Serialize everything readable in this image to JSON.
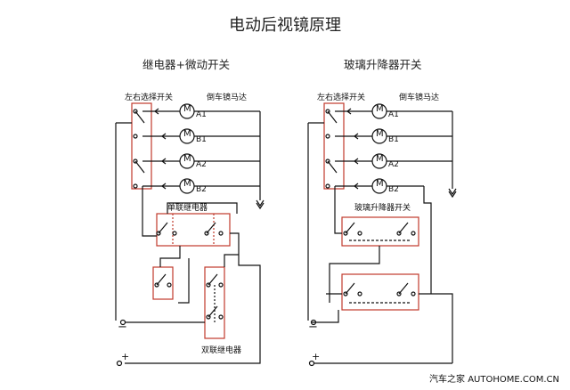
{
  "title": "电动后视镜原理",
  "left": {
    "subtitle": "继电器+微动开关",
    "selector_label": "左右选择开关",
    "motor_label": "倒车镜马达",
    "relay_single_label": "单联继电器",
    "relay_double_label": "双联继电器",
    "minus": "−",
    "plus": "+"
  },
  "right": {
    "subtitle": "玻璃升降器开关",
    "selector_label": "左右选择开关",
    "motor_label": "倒车镜马达",
    "switch_label": "玻璃升降器开关",
    "minus": "−",
    "plus": "+"
  },
  "motor_symbol": "M",
  "motors": [
    "A1",
    "B1",
    "A2",
    "B2"
  ],
  "watermark": "汽车之家 AUTOHOME.COM.CN",
  "colors": {
    "line": "#111111",
    "box": "#c0392b"
  }
}
